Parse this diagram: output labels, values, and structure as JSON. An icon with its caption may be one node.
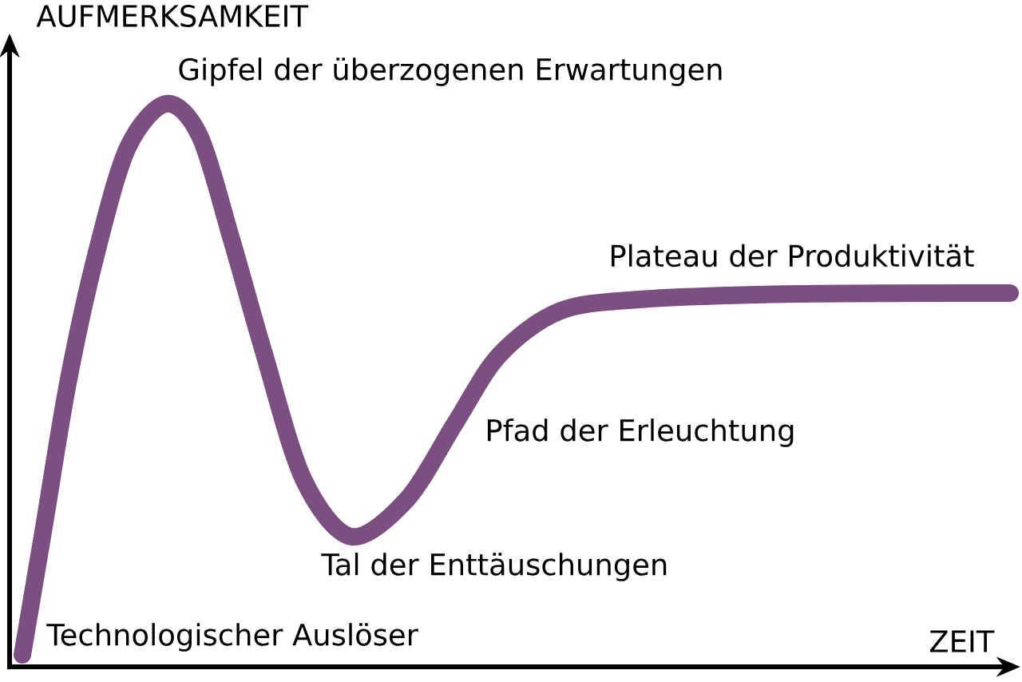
{
  "diagram": {
    "labels": [
      "AUFMERKSAMKEIT",
      "Gipfel der überzogenen Erwartungen",
      "Plateau der Produktivität",
      "Pfad der Erleuchtung",
      "Tal der Enttäuschungen",
      "Technologischer Auslöser",
      "ZEIT"
    ]
  }
}
